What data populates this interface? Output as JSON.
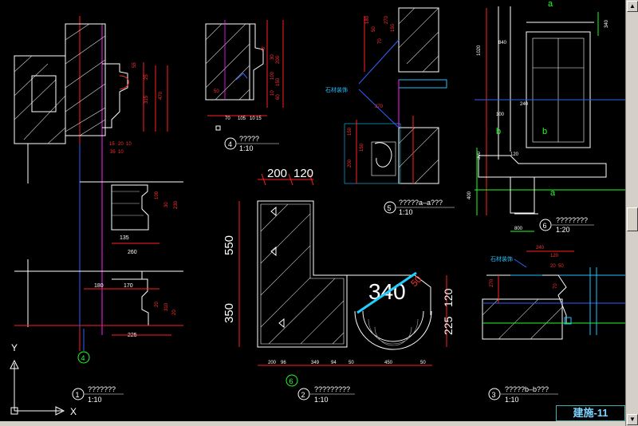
{
  "ucs": {
    "y": "Y",
    "x": "X"
  },
  "sheet_title": "建施-11",
  "details": [
    {
      "num": "1",
      "title": "???????",
      "scale": "1:10"
    },
    {
      "num": "2",
      "title": "?????????",
      "scale": "1:10"
    },
    {
      "num": "3",
      "title": "?????b–b???",
      "scale": "1:10"
    },
    {
      "num": "4",
      "title": "?????",
      "scale": "1:10"
    },
    {
      "num": "5",
      "title": "?????a–a???",
      "scale": "1:10"
    },
    {
      "num": "6",
      "title": "????????",
      "scale": "1:20"
    }
  ],
  "axis_markers": {
    "left": "4",
    "center": "6"
  },
  "labels": {
    "stone": "石材装饰",
    "stone2": "石材装饰",
    "big": "340",
    "a": "a",
    "b": "b"
  },
  "dims": {
    "plan_top": [
      "200",
      "120"
    ],
    "plan_left": [
      "550",
      "350"
    ],
    "plan_right": [
      "120",
      "225"
    ],
    "plan_bottom": [
      "200",
      "96",
      "349",
      "94",
      "50",
      "450",
      "50"
    ],
    "d1_small": [
      "180",
      "170",
      "225",
      "135",
      "260"
    ],
    "d4": [
      "70",
      "100",
      "10",
      "70",
      "50",
      "30"
    ],
    "d6": [
      "1020",
      "840",
      "240",
      "100",
      "120",
      "300",
      "400",
      "800",
      "340"
    ],
    "d3": [
      "240",
      "120",
      "270",
      "70"
    ],
    "d5": [
      "270",
      "150",
      "200",
      "150"
    ]
  }
}
